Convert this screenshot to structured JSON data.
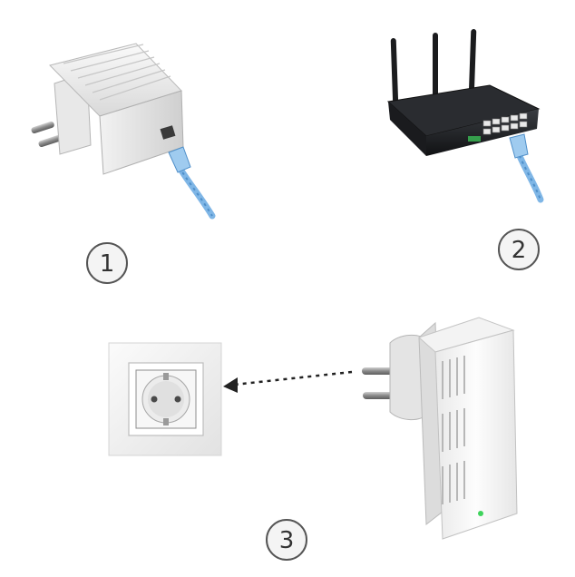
{
  "steps": [
    {
      "number": "1",
      "description": "connect-ethernet-cable-to-powerline-adapter"
    },
    {
      "number": "2",
      "description": "connect-ethernet-cable-to-router"
    },
    {
      "number": "3",
      "description": "plug-powerline-adapter-into-wall-socket"
    }
  ],
  "icons": {
    "adapter_small": "powerline-adapter-icon",
    "router": "router-icon",
    "socket": "wall-socket-icon",
    "adapter_large": "powerline-adapter-large-icon",
    "arrow": "dashed-arrow-icon"
  },
  "colors": {
    "cable": "#7fb6e6",
    "cable_dark": "#4f8fc9",
    "badge_stroke": "#555555",
    "badge_fill": "#f4f4f4",
    "router_body": "#1d1f22",
    "led_green": "#3fd35c",
    "device_white": "#f5f5f5"
  }
}
